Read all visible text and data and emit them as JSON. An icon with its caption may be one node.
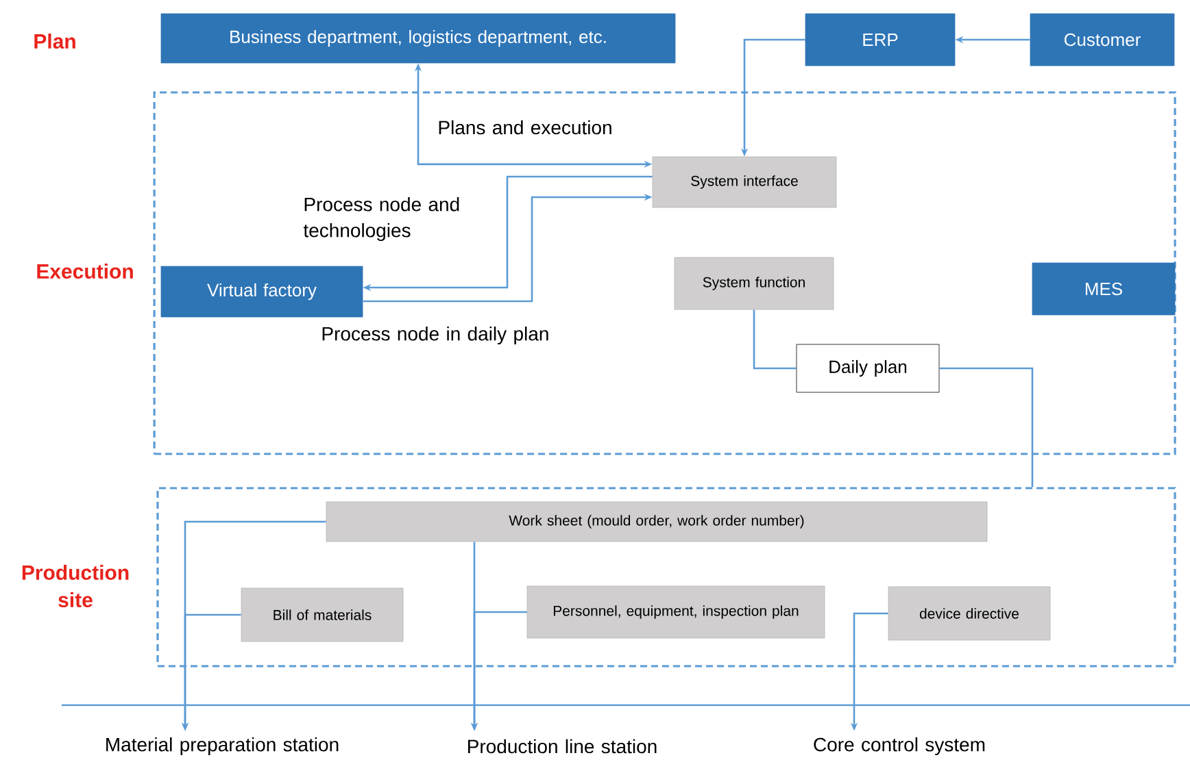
{
  "diagram": {
    "nodes": [
      {
        "text": [
          "Business department, logistics department, etc."
        ]
      },
      {
        "text": [
          "ERP"
        ]
      },
      {
        "text": [
          "Customer"
        ]
      },
      {
        "text": [],
        "shape": "box"
      },
      {
        "text": [
          "System interface"
        ],
        "in": 3
      },
      {
        "text": [
          "Virtual factory"
        ],
        "in": 3
      },
      {
        "text": [
          "System function"
        ],
        "in": 3
      },
      {
        "text": [
          "MES"
        ],
        "in": 3
      },
      {
        "text": [
          "Daily plan"
        ],
        "in": 3
      },
      {
        "text": [],
        "shape": "box"
      },
      {
        "text": [
          "Work sheet (mould order, work order number)"
        ],
        "in": 9
      },
      {
        "text": [
          "Bill of materials"
        ],
        "in": 9
      },
      {
        "text": [
          "Personnel, equipment, inspection plan"
        ],
        "in": 9
      },
      {
        "text": [
          "device directive"
        ],
        "in": 9
      },
      {
        "text": [
          "Material preparation station"
        ]
      },
      {
        "text": [
          "Production line station"
        ]
      },
      {
        "text": [
          "Core control system"
        ]
      }
    ],
    "edges": [
      {
        "from": 2,
        "to": 1,
        "arrow": "to"
      },
      {
        "from": 1,
        "to": 4,
        "arrow": "to"
      },
      {
        "from": 0,
        "to": 4,
        "arrow": "both",
        "label": "Plans and execution"
      },
      {
        "from": 4,
        "to": 5,
        "arrow": "to",
        "label": "Process node and technologies"
      },
      {
        "from": 5,
        "to": 4,
        "arrow": "to",
        "label": "Process node in daily plan"
      },
      {
        "from": 6,
        "to": 8,
        "arrow": "none"
      },
      {
        "from": 8,
        "to": 9,
        "arrow": "none"
      },
      {
        "from": 10,
        "to": 14,
        "arrow": "to"
      },
      {
        "from": 11,
        "to": 14,
        "arrow": "to"
      },
      {
        "from": 10,
        "to": 15,
        "arrow": "to"
      },
      {
        "from": 12,
        "to": 15,
        "arrow": "to"
      },
      {
        "from": 13,
        "to": 16,
        "arrow": "to"
      }
    ],
    "labels": [
      "Plan",
      "Execution",
      "Production site"
    ]
  }
}
